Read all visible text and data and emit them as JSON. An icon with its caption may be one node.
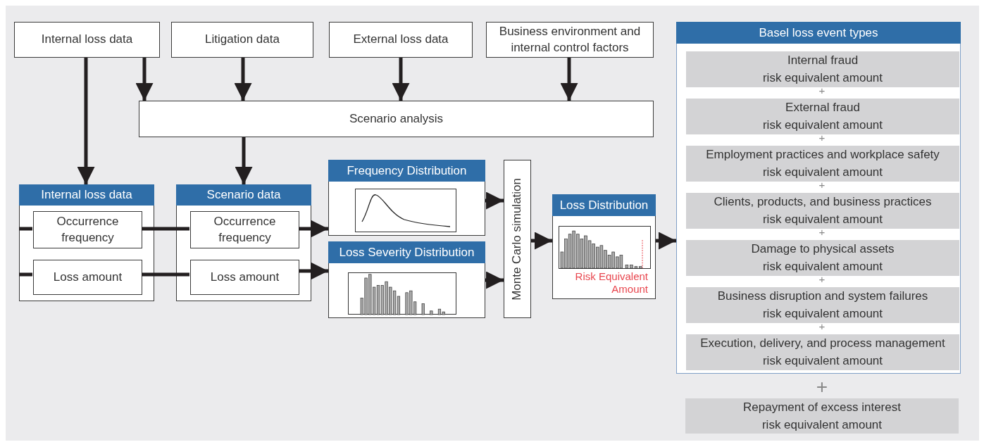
{
  "diagram": {
    "nodes": [
      {
        "text": [
          "Internal loss data"
        ]
      },
      {
        "text": [
          "Litigation data"
        ]
      },
      {
        "text": [
          "External loss data"
        ]
      },
      {
        "text": [
          "Business environment and internal control factors"
        ]
      },
      {
        "text": [
          "Scenario analysis"
        ]
      },
      {
        "text": [
          "Internal loss data"
        ]
      },
      {
        "text": [
          "Occurrence frequency"
        ],
        "in": 5
      },
      {
        "text": [
          "Loss amount"
        ],
        "in": 5
      },
      {
        "text": [
          "Scenario data"
        ]
      },
      {
        "text": [
          "Occurrence frequency"
        ],
        "in": 8
      },
      {
        "text": [
          "Loss amount"
        ],
        "in": 8
      },
      {
        "text": [
          "Frequency Distribution"
        ]
      },
      {
        "text": [
          "Loss Severity Distribution"
        ]
      },
      {
        "text": [
          "Monte Carlo simulation"
        ]
      },
      {
        "text": [
          "Loss Distribution",
          "Risk Equivalent Amount"
        ]
      },
      {
        "text": [
          "Basel loss event types"
        ]
      },
      {
        "text": [
          "Internal fraud",
          "risk equivalent amount"
        ],
        "in": 15
      },
      {
        "text": [
          "External fraud",
          "risk equivalent amount"
        ],
        "in": 15
      },
      {
        "text": [
          "Employment practices and workplace safety",
          "risk equivalent amount"
        ],
        "in": 15
      },
      {
        "text": [
          "Clients, products, and business practices",
          "risk equivalent amount"
        ],
        "in": 15
      },
      {
        "text": [
          "Damage to physical assets",
          "risk equivalent amount"
        ],
        "in": 15
      },
      {
        "text": [
          "Business disruption and system failures",
          "risk equivalent amount"
        ],
        "in": 15
      },
      {
        "text": [
          "Execution, delivery, and process management",
          "risk equivalent amount"
        ],
        "in": 15
      },
      {
        "text": [
          "Repayment of excess interest",
          "risk equivalent amount"
        ]
      }
    ],
    "edges": [
      {
        "from": 0,
        "to": 5,
        "arrow": "to"
      },
      {
        "from": 0,
        "to": 4,
        "arrow": "to"
      },
      {
        "from": 1,
        "to": 4,
        "arrow": "to"
      },
      {
        "from": 2,
        "to": 4,
        "arrow": "to"
      },
      {
        "from": 3,
        "to": 4,
        "arrow": "to"
      },
      {
        "from": 4,
        "to": 8,
        "arrow": "to"
      },
      {
        "from": null,
        "to": 6,
        "arrow": "none"
      },
      {
        "from": null,
        "to": 7,
        "arrow": "none"
      },
      {
        "from": 6,
        "to": 9,
        "arrow": "none"
      },
      {
        "from": 7,
        "to": 10,
        "arrow": "none"
      },
      {
        "from": 9,
        "to": 11,
        "arrow": "to"
      },
      {
        "from": 10,
        "to": 12,
        "arrow": "to"
      },
      {
        "from": 11,
        "to": 13,
        "arrow": "to"
      },
      {
        "from": 12,
        "to": 13,
        "arrow": "to"
      },
      {
        "from": 13,
        "to": 14,
        "arrow": "to"
      },
      {
        "from": 14,
        "to": 15,
        "arrow": "to"
      }
    ],
    "labels": [
      "+",
      "+",
      "+",
      "+",
      "+",
      "+",
      "+"
    ]
  }
}
